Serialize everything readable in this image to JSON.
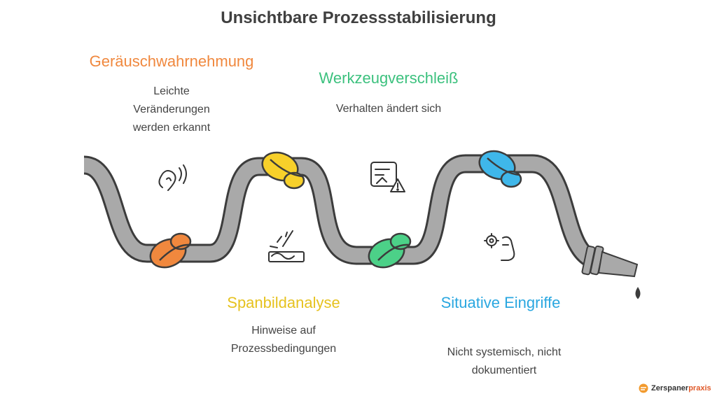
{
  "title": "Unsichtbare Prozessstabilisierung",
  "steps": [
    {
      "heading": "Geräuschwahrnehmung",
      "description": "Leichte Veränderungen werden erkannt",
      "color": "#f0883e",
      "icon": "ear-sound-icon"
    },
    {
      "heading": "Werkzeugverschleiß",
      "description": "Verhalten ändert sich",
      "color": "#3cc17e",
      "icon": "tool-wear-warning-icon"
    },
    {
      "heading": "Spanbildanalyse",
      "description": "Hinweise auf Prozessbedingungen",
      "color": "#e6c21f",
      "icon": "chip-formation-icon"
    },
    {
      "heading": "Situative Eingriffe",
      "description": "Nicht systemisch, nicht dokumentiert",
      "color": "#2aa7e0",
      "icon": "hand-gear-icon"
    }
  ],
  "logo": {
    "part1": "Zerspaner",
    "part2": "praxis"
  },
  "colors": {
    "hose": "#a9a9a9",
    "hose_outline": "#3c3c3c",
    "title": "#3f3f3f"
  }
}
